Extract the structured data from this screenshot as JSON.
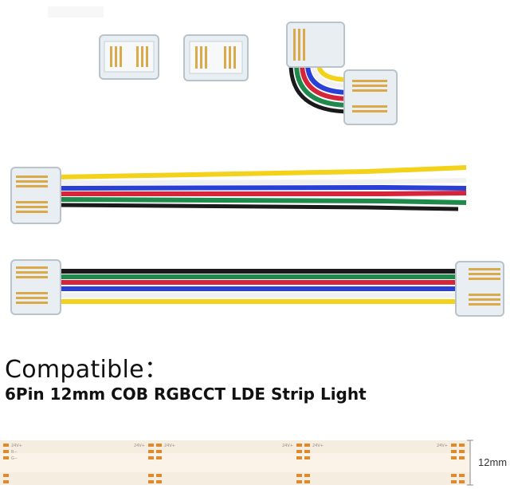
{
  "caption": {
    "title": "Compatible：",
    "subtitle": "6Pin 12mm COB RGBCCT LDE Strip Light"
  },
  "strip": {
    "width_label": "12mm",
    "pad_labels": [
      "24V+",
      "R−",
      "G−"
    ]
  },
  "wire_colors": {
    "yellow": "#f2d21a",
    "white": "#f1f1f1",
    "blue": "#2a3fd6",
    "red": "#d6253a",
    "green": "#1f8a4c",
    "black": "#1a1a1a"
  },
  "pin_color": "#d9a94a"
}
